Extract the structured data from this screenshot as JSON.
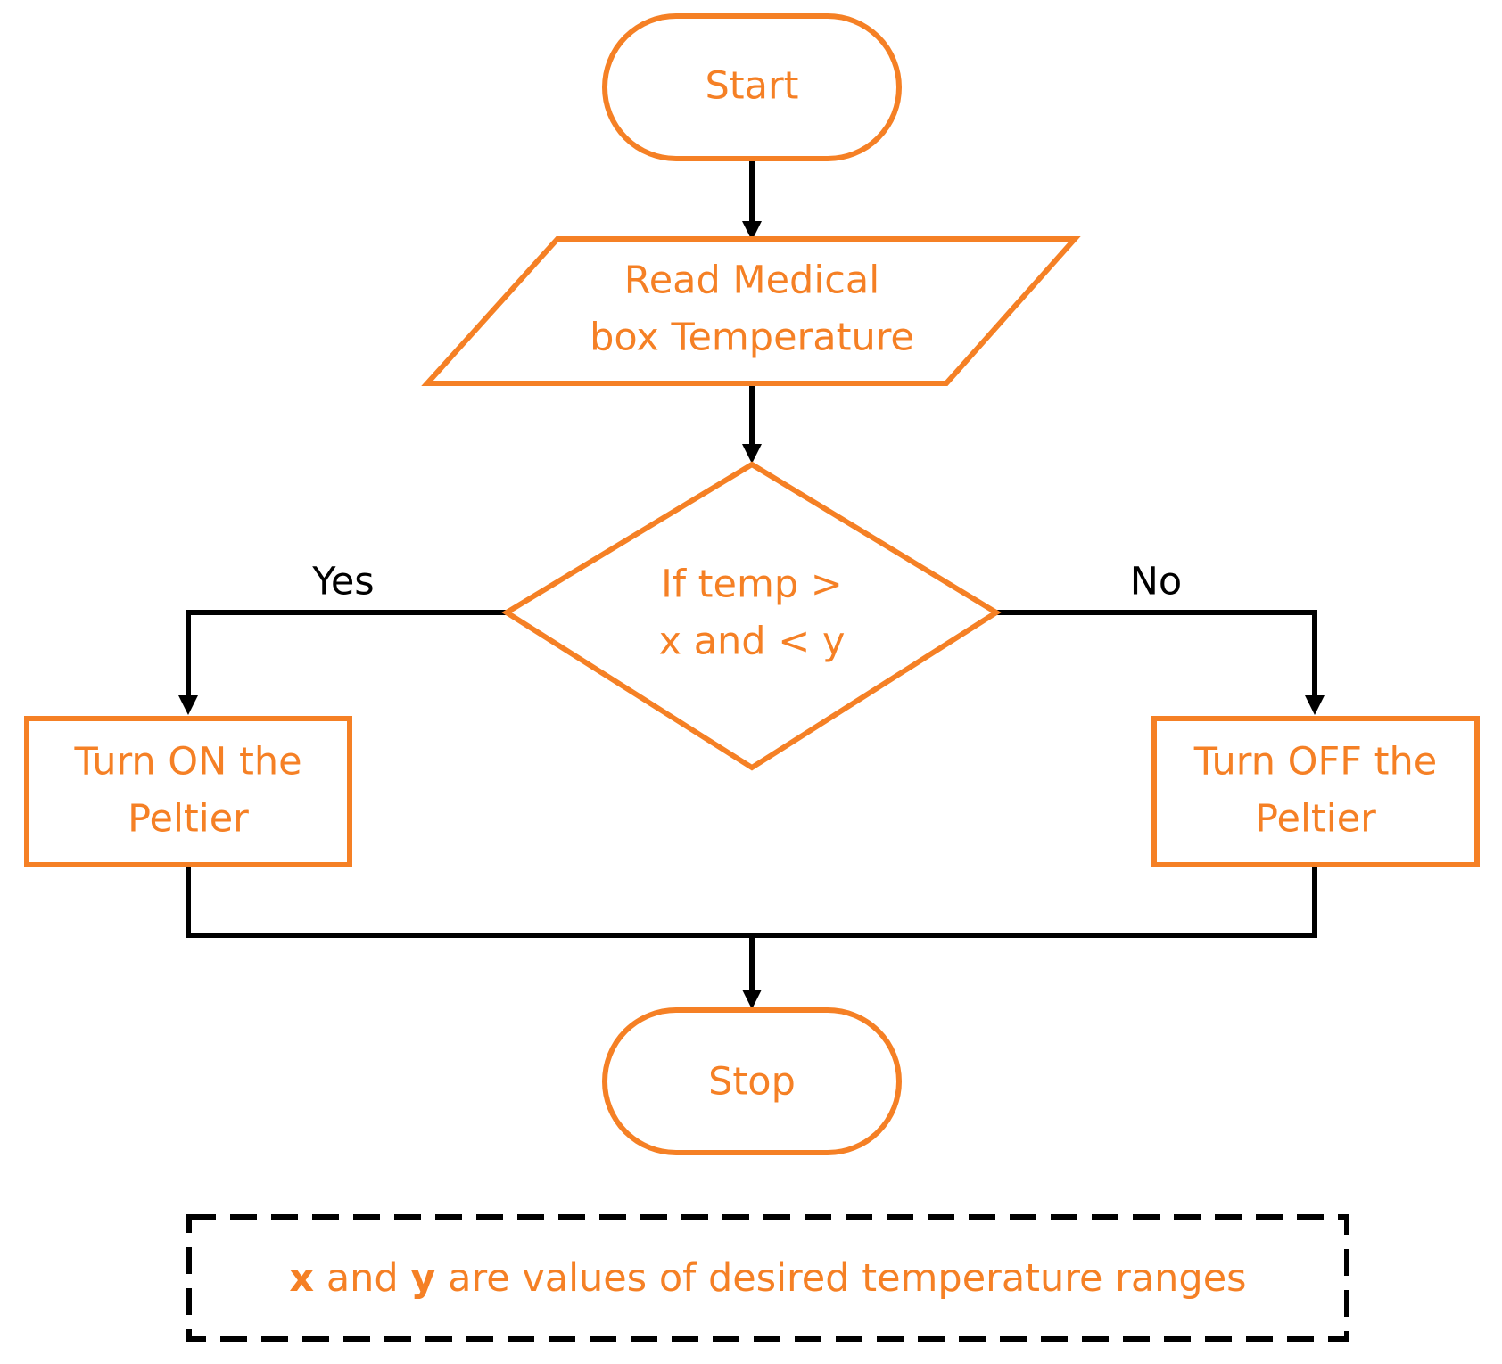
{
  "colors": {
    "accent": "#F58025",
    "connector": "#000000",
    "background": "#ffffff"
  },
  "nodes": {
    "start": {
      "label": "Start"
    },
    "read_temp": {
      "line1": "Read Medical",
      "line2": "box Temperature"
    },
    "decision": {
      "line1": "If temp >",
      "line2": "x and < y"
    },
    "turn_on": {
      "line1": "Turn ON the",
      "line2": "Peltier"
    },
    "turn_off": {
      "line1": "Turn OFF the",
      "line2": "Peltier"
    },
    "stop": {
      "label": "Stop"
    }
  },
  "branches": {
    "yes": "Yes",
    "no": "No"
  },
  "note": {
    "var_x": "x",
    "and": " and ",
    "var_y": "y",
    "rest": " are values of desired temperature ranges"
  }
}
